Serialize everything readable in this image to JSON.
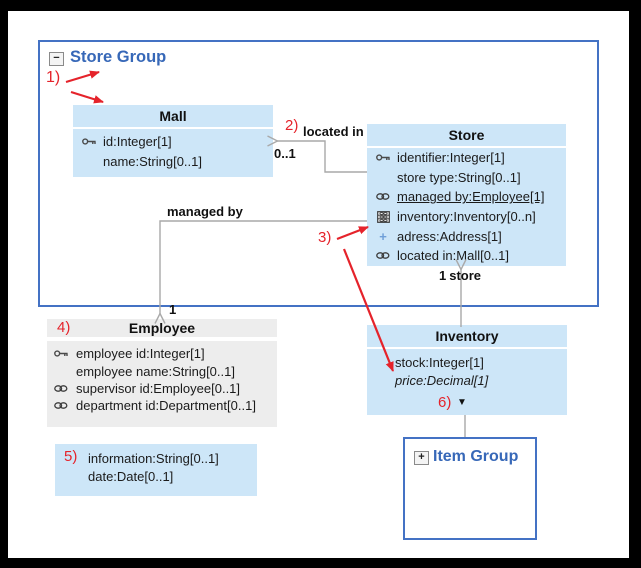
{
  "colors": {
    "group_border_blue": "#4472c4",
    "group_title_blue": "#3768b8",
    "class_fill_blue": "#cde6f8",
    "class_fill_gray": "#ededed",
    "annotation_red": "#e5232b",
    "connector_gray": "#a9a9a9",
    "text_dark": "#1b1b1b"
  },
  "store_group": {
    "title": "Store Group",
    "collapse_glyph": "−"
  },
  "item_group": {
    "title": "Item Group",
    "expand_glyph": "+"
  },
  "classes": {
    "mall": {
      "title": "Mall",
      "attributes": [
        {
          "icon": "key-icon",
          "text": "id:Integer[1]"
        },
        {
          "icon": "none",
          "text": "name:String[0..1]"
        }
      ]
    },
    "store": {
      "title": "Store",
      "attributes": [
        {
          "icon": "key-icon",
          "text": "identifier:Integer[1]"
        },
        {
          "icon": "none",
          "text": "store type:String[0..1]"
        },
        {
          "icon": "chain-icon",
          "text": "managed by:Employee[1]",
          "style": "underline"
        },
        {
          "icon": "table-icon",
          "text": "inventory:Inventory[0..n]"
        },
        {
          "icon": "plus-icon",
          "text": "adress:Address[1]"
        },
        {
          "icon": "chain-icon",
          "text": "located in:Mall[0..1]"
        }
      ]
    },
    "employee": {
      "title": "Employee",
      "attributes": [
        {
          "icon": "key-icon",
          "text": "employee id:Integer[1]"
        },
        {
          "icon": "none",
          "text": "employee name:String[0..1]"
        },
        {
          "icon": "chain-icon",
          "text": "supervisor id:Employee[0..1]"
        },
        {
          "icon": "chain-icon",
          "text": "department id:Department[0..1]"
        }
      ]
    },
    "inventory": {
      "title": "Inventory",
      "dropdown_glyph": "▼",
      "attributes": [
        {
          "icon": "none",
          "text": "stock:Integer[1]"
        },
        {
          "icon": "none",
          "text": "price:Decimal[1]",
          "style": "italic"
        }
      ]
    },
    "note": {
      "attributes": [
        {
          "icon": "none",
          "text": "information:String[0..1]"
        },
        {
          "icon": "none",
          "text": "date:Date[0..1]"
        }
      ]
    }
  },
  "edges": {
    "located_in": {
      "label": "located in",
      "multiplicity": "0..1"
    },
    "managed_by": {
      "label": "managed by",
      "multiplicity": "1"
    },
    "store_inventory": {
      "multiplicity": "1",
      "role": "store"
    }
  },
  "annotations": {
    "n1": "1)",
    "n2": "2)",
    "n3": "3)",
    "n4": "4)",
    "n5": "5)",
    "n6": "6)"
  }
}
